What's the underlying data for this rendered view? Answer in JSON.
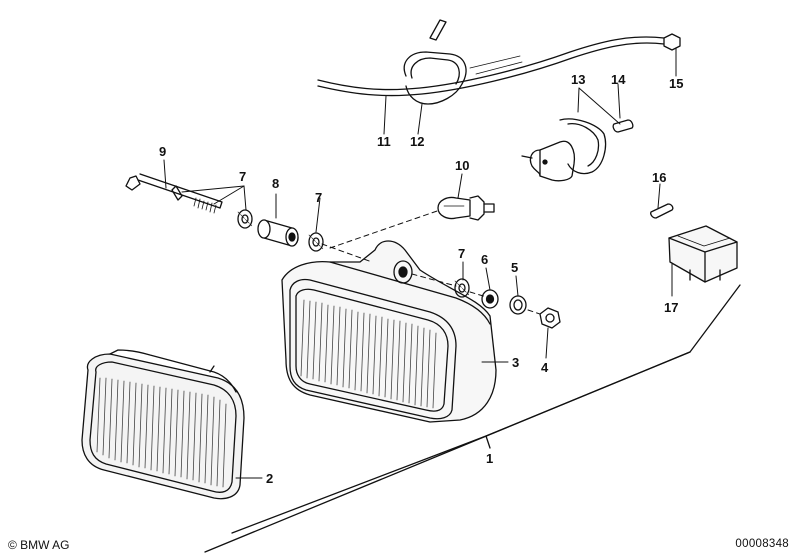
{
  "diagram": {
    "callouts": [
      "1",
      "2",
      "3",
      "4",
      "5",
      "6",
      "7",
      "7",
      "7",
      "8",
      "9",
      "10",
      "11",
      "12",
      "13",
      "14",
      "15",
      "16",
      "17"
    ],
    "copyright": "© BMW AG",
    "drawing_number": "00008348"
  }
}
